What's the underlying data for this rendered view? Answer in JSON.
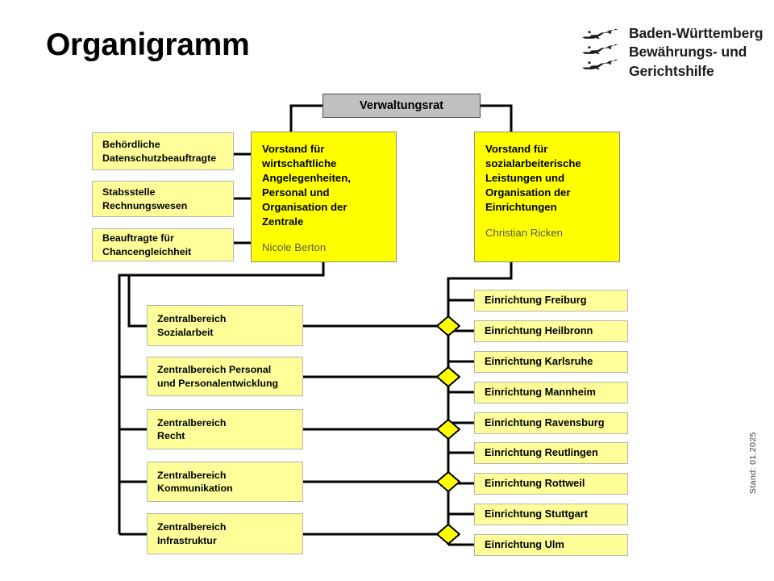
{
  "header": {
    "title": "Organigramm",
    "logo_line1": "Baden-Württemberg",
    "logo_line2": "Bewährungs- und",
    "logo_line3": "Gerichtshilfe",
    "logo_icon": "three-lions-crest-icon"
  },
  "footer": {
    "stand": "Stand: 01.2025"
  },
  "colors": {
    "board_fill": "#ffff00",
    "node_fill": "#ffff99",
    "council_fill": "#c0c0c0",
    "line": "#000000",
    "diamond_fill": "#ffff00"
  },
  "council": {
    "label": "Verwaltungsrat"
  },
  "boards": [
    {
      "title": "Vorstand für\nwirtschaftliche\nAngelegenheiten,\nPersonal und\nOrganisation der\nZentrale",
      "person": "Nicole Berton"
    },
    {
      "title": "Vorstand für\nsozialarbeiterische\nLeistungen und\nOrganisation der\nEinrichtungen",
      "person": "Christian Ricken"
    }
  ],
  "staff_units": [
    {
      "label": "Behördliche\nDatenschutzbeauftragte"
    },
    {
      "label": "Stabsstelle\nRechnungswesen"
    },
    {
      "label": "Beauftragte für\nChancengleichheit"
    }
  ],
  "departments": [
    {
      "label": "Zentralbereich\nSozialarbeit"
    },
    {
      "label": "Zentralbereich Personal\nund Personalentwicklung"
    },
    {
      "label": "Zentralbereich\nRecht"
    },
    {
      "label": "Zentralbereich\nKommunikation"
    },
    {
      "label": "Zentralbereich\nInfrastruktur"
    }
  ],
  "facilities": [
    {
      "label": "Einrichtung Freiburg"
    },
    {
      "label": "Einrichtung Heilbronn"
    },
    {
      "label": "Einrichtung Karlsruhe"
    },
    {
      "label": "Einrichtung Mannheim"
    },
    {
      "label": "Einrichtung Ravensburg"
    },
    {
      "label": "Einrichtung Reutlingen"
    },
    {
      "label": "Einrichtung Rottweil"
    },
    {
      "label": "Einrichtung Stuttgart"
    },
    {
      "label": "Einrichtung Ulm"
    }
  ]
}
